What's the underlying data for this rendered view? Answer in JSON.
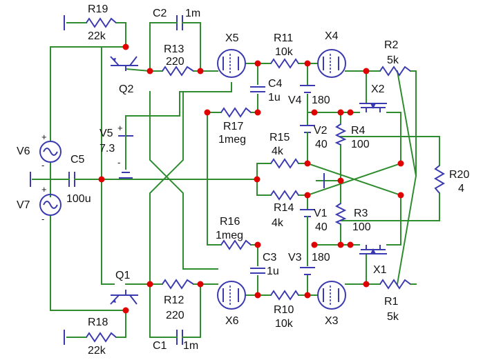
{
  "components": {
    "R19": {
      "name": "R19",
      "value": "22k"
    },
    "C2": {
      "name": "C2",
      "value": "1m"
    },
    "R13": {
      "name": "R13",
      "value": "220"
    },
    "X5": {
      "name": "X5"
    },
    "R11": {
      "name": "R11",
      "value": "10k"
    },
    "X4": {
      "name": "X4"
    },
    "R2": {
      "name": "R2",
      "value": "5k"
    },
    "Q2": {
      "name": "Q2"
    },
    "C4": {
      "name": "C4",
      "value": "1u"
    },
    "V4": {
      "name": "V4",
      "value": "180"
    },
    "X2": {
      "name": "X2"
    },
    "R17": {
      "name": "R17",
      "value": "1meg"
    },
    "V5": {
      "name": "V5",
      "value": "7.3"
    },
    "V6": {
      "name": "V6"
    },
    "R15": {
      "name": "R15",
      "value": "4k"
    },
    "V2": {
      "name": "V2",
      "value": "40"
    },
    "R4": {
      "name": "R4",
      "value": "100"
    },
    "C5": {
      "name": "C5",
      "value": "100u"
    },
    "R20": {
      "name": "R20",
      "value": "4"
    },
    "V7": {
      "name": "V7"
    },
    "R14": {
      "name": "R14",
      "value": "4k"
    },
    "V1": {
      "name": "V1",
      "value": "40"
    },
    "R3": {
      "name": "R3",
      "value": "100"
    },
    "R16": {
      "name": "R16",
      "value": "1meg"
    },
    "C3": {
      "name": "C3",
      "value": "1u"
    },
    "V3": {
      "name": "V3",
      "value": "180"
    },
    "X1": {
      "name": "X1"
    },
    "Q1": {
      "name": "Q1"
    },
    "R12": {
      "name": "R12",
      "value": "220"
    },
    "R10": {
      "name": "R10",
      "value": "10k"
    },
    "R1": {
      "name": "R1",
      "value": "5k"
    },
    "R18": {
      "name": "R18",
      "value": "22k"
    },
    "X6": {
      "name": "X6"
    },
    "X3": {
      "name": "X3"
    },
    "C1": {
      "name": "C1",
      "value": "1m"
    }
  },
  "polarity": {
    "plus": "+",
    "minus": "-"
  },
  "colors": {
    "wire": "#2e8b2e",
    "component": "#3a3ab0",
    "node": "#e00000",
    "text": "#111111"
  }
}
